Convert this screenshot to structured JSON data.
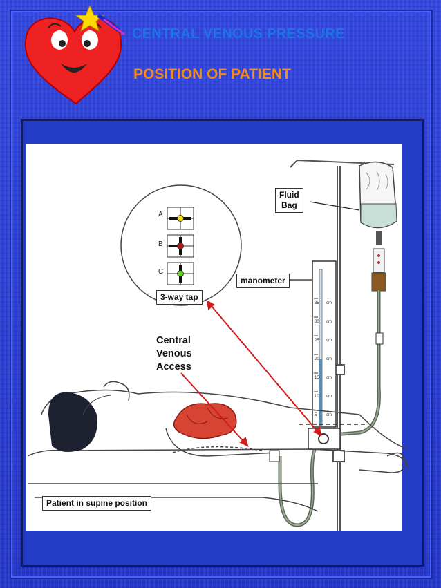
{
  "slide": {
    "title": "CENTRAL VENOUS PRESSURE",
    "subtitle": "POSITION OF PATIENT"
  },
  "diagram": {
    "labels": {
      "fluid_bag": "Fluid\nBag",
      "manometer": "manometer",
      "tap": "3-way tap",
      "access": "Central\nVenous\nAccess",
      "patient": "Patient in supine position"
    },
    "tap_positions": [
      "A",
      "B",
      "C"
    ],
    "scale_marks": [
      "35",
      "30",
      "25",
      "20",
      "15",
      "10",
      "5"
    ],
    "scale_unit": "cm"
  },
  "colors": {
    "background": "#2a3fd6",
    "title": "#1d74e6",
    "subtitle": "#f28a1e",
    "arrow": "#d11c1c",
    "heart_mascot": "#ee2222"
  }
}
